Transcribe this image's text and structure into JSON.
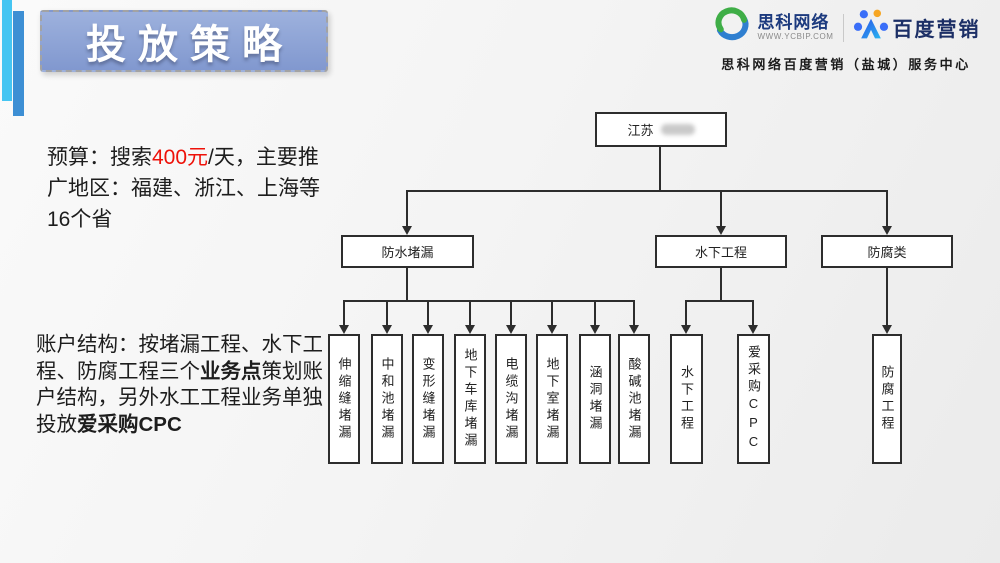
{
  "title": "投放策略",
  "header": {
    "sike_name": "思科网络",
    "sike_url": "WWW.YCBIP.COM",
    "baidu_name": "百度营销",
    "tagline": "思科网络百度营销（盐城）服务中心"
  },
  "budget": {
    "lines": [
      [
        {
          "t": "预算：搜索"
        },
        {
          "t": "400元",
          "c": "red"
        },
        {
          "t": "/天，主要推"
        }
      ],
      [
        {
          "t": "广地区：福建、浙江、上海等"
        }
      ],
      [
        {
          "t": "16个省"
        }
      ]
    ]
  },
  "account": {
    "lines": [
      [
        {
          "t": "账户结构：按堵漏工程、水下工"
        }
      ],
      [
        {
          "t": "程、防腐工程三个"
        },
        {
          "t": "业务点",
          "b": true
        },
        {
          "t": "策划账"
        }
      ],
      [
        {
          "t": "户结构，另外水工工程业务单独"
        }
      ],
      [
        {
          "t": "投放"
        },
        {
          "t": "爱采购CPC",
          "b": true
        }
      ]
    ]
  },
  "org": {
    "root_label": "江苏",
    "branches": [
      {
        "label": "防水堵漏",
        "leaves": [
          "伸缩缝堵漏",
          "中和池堵漏",
          "变形缝堵漏",
          "地下车库堵漏",
          "电缆沟堵漏",
          "地下室堵漏",
          "涵洞堵漏",
          "酸碱池堵漏"
        ]
      },
      {
        "label": "水下工程",
        "leaves": [
          "水下工程",
          "爱采购CPC"
        ]
      },
      {
        "label": "防腐类",
        "leaves": [
          "防腐工程"
        ]
      }
    ]
  },
  "colors": {
    "banner_fill": "#8ea6d6",
    "accent_cyan": "#45c5f2",
    "accent_blue": "#3d8fd4",
    "highlight_red": "#ee1109",
    "logo_navy": "#1c3a7e",
    "connector": "#2d2d2d"
  }
}
